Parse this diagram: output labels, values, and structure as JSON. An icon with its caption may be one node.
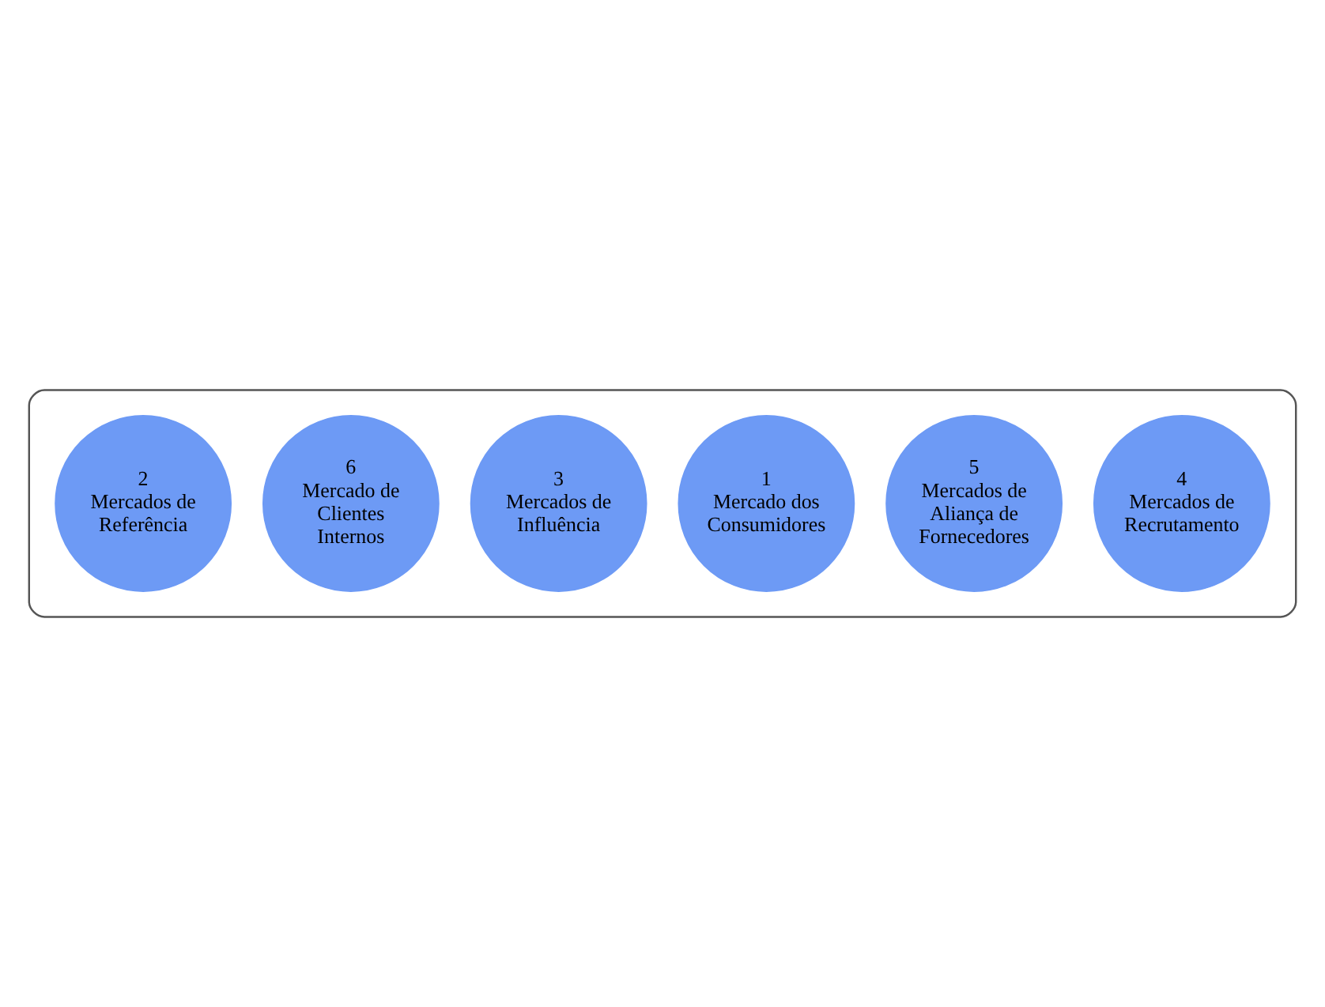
{
  "diagram": {
    "nodes": [
      {
        "text": [],
        "shape": "box"
      },
      {
        "text": [
          "2",
          "Mercados de Referência"
        ],
        "in": 0
      },
      {
        "text": [
          "6",
          "Mercado de Clientes Internos"
        ],
        "in": 0
      },
      {
        "text": [
          "3",
          "Mercados de Influência"
        ],
        "in": 0
      },
      {
        "text": [
          "1",
          "Mercado dos Consumidores"
        ],
        "in": 0
      },
      {
        "text": [
          "5",
          "Mercados de Aliança de Fornecedores"
        ],
        "in": 0
      },
      {
        "text": [
          "4",
          "Mercados de Recrutamento"
        ],
        "in": 0
      }
    ],
    "edges": []
  }
}
